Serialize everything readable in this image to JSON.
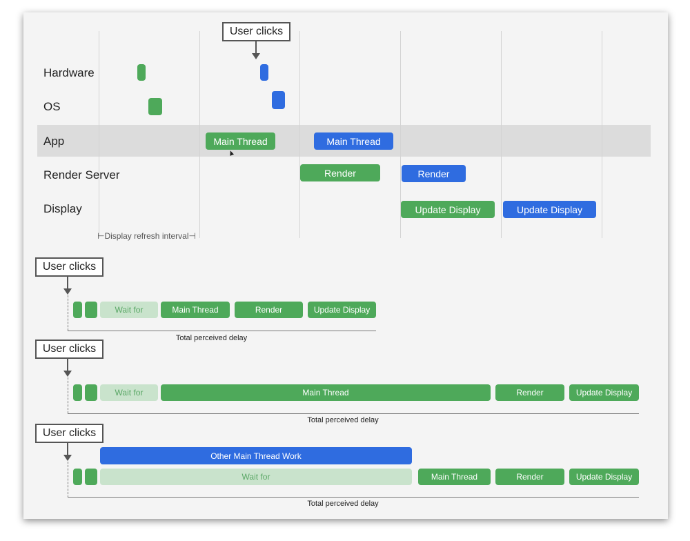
{
  "timeline": {
    "callout": "User clicks",
    "rows": [
      "Hardware",
      "OS",
      "App",
      "Render Server",
      "Display"
    ],
    "refresh_label": "Display refresh interval",
    "blocks": {
      "app_green": "Main Thread",
      "app_blue": "Main Thread",
      "render_green": "Render",
      "render_blue": "Render",
      "display_green": "Update Display",
      "display_blue": "Update Display"
    }
  },
  "scenario1": {
    "callout": "User clicks",
    "wait": "Wait for",
    "main": "Main Thread",
    "render": "Render",
    "update": "Update Display",
    "caption": "Total perceived delay"
  },
  "scenario2": {
    "callout": "User clicks",
    "wait": "Wait for",
    "main": "Main Thread",
    "render": "Render",
    "update": "Update Display",
    "caption": "Total perceived delay"
  },
  "scenario3": {
    "callout": "User clicks",
    "other": "Other Main Thread Work",
    "wait": "Wait for",
    "main": "Main Thread",
    "render": "Render",
    "update": "Update Display",
    "caption": "Total perceived delay"
  },
  "colors": {
    "green": "#4ea95a",
    "blue": "#2f6ce0",
    "light_green": "#c9e3cc",
    "app_band": "#dcdcdc"
  }
}
